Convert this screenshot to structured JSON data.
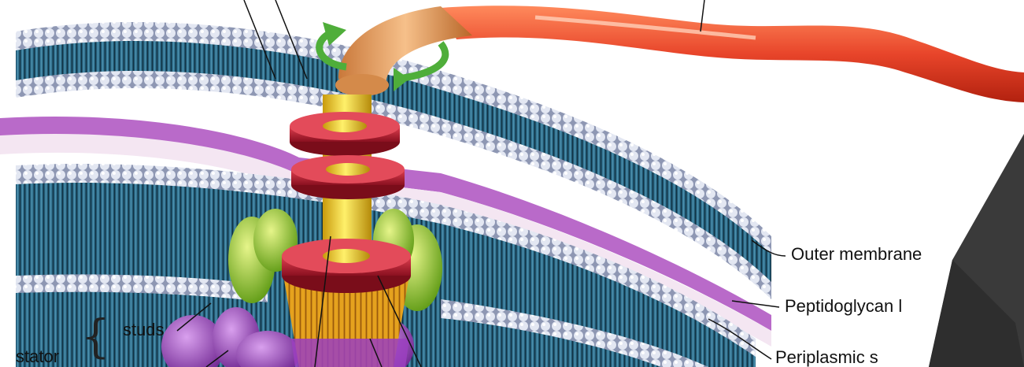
{
  "labels": {
    "outer_membrane": "Outer membrane",
    "peptidoglycan": "Peptidoglycan l",
    "periplasmic": "Periplasmic s",
    "studs": "studs",
    "stator": "stator"
  },
  "colors": {
    "flagellum": "#e8452a",
    "hook": "#e0954a",
    "rod": "#f2d21a",
    "rings": "#c41e2e",
    "studs": "#9ccc2a",
    "stator_proteins": "#9b3fc0",
    "membrane_tails": "#2c6a86",
    "membrane_heads": "#c9cfe0",
    "periplasm": "#b96ac9",
    "rotation_arrow": "#4fae3a",
    "overlay_panel": "#3a3a3a"
  }
}
